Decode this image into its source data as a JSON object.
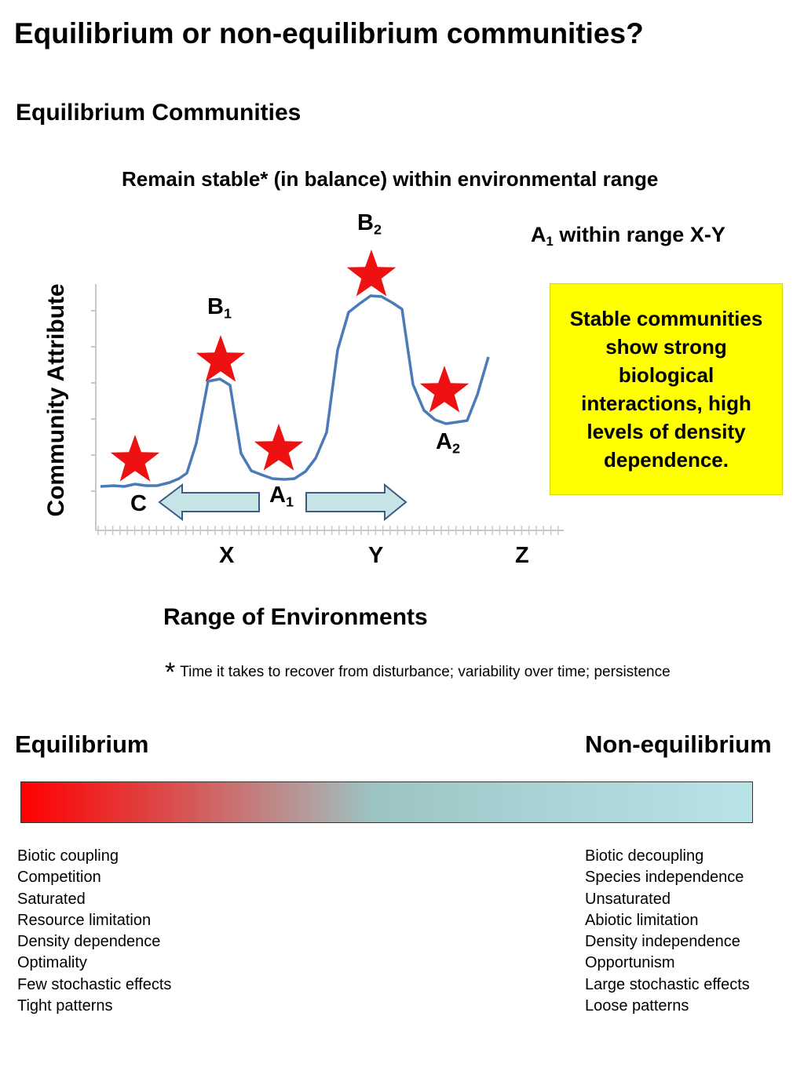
{
  "title": "Equilibrium or non-equilibrium communities?",
  "subtitle": "Equilibrium Communities",
  "caption": "Remain stable* (in balance) within environmental range",
  "range_note": {
    "main": "A",
    "sub": "1",
    "rest": " within range X-Y"
  },
  "y_axis_label": "Community Attribute",
  "x_axis_label": "Range of Environments",
  "x_markers": [
    "X",
    "Y",
    "Z"
  ],
  "point_labels": {
    "b2": {
      "main": "B",
      "sub": "2"
    },
    "b1": {
      "main": "B",
      "sub": "1"
    },
    "a2": {
      "main": "A",
      "sub": "2"
    },
    "a1": {
      "main": "A",
      "sub": "1"
    },
    "c": {
      "main": "C"
    }
  },
  "yellow_box": "Stable communities show strong biological interactions, high levels of density dependence.",
  "footnote": {
    "star": "*",
    "text": "Time it takes to recover from disturbance; variability over time; persistence"
  },
  "spectrum": {
    "left_label": "Equilibrium",
    "right_label": "Non-equilibrium"
  },
  "left_list": [
    "Biotic coupling",
    "Competition",
    "Saturated",
    "Resource limitation",
    "Density dependence",
    "Optimality",
    "Few stochastic effects",
    "Tight patterns"
  ],
  "right_list": [
    "Biotic decoupling",
    "Species independence",
    "Unsaturated",
    "Abiotic limitation",
    "Density independence",
    "Opportunism",
    "Large stochastic effects",
    "Loose patterns"
  ],
  "colors": {
    "curve": "#4a7ab8",
    "star": "#ee1111",
    "arrow_fill": "#c6e4e6",
    "arrow_stroke": "#3c5a86",
    "box": "#ffff00",
    "gradient_start": "#ff0000",
    "gradient_end": "#b8e4e7"
  }
}
